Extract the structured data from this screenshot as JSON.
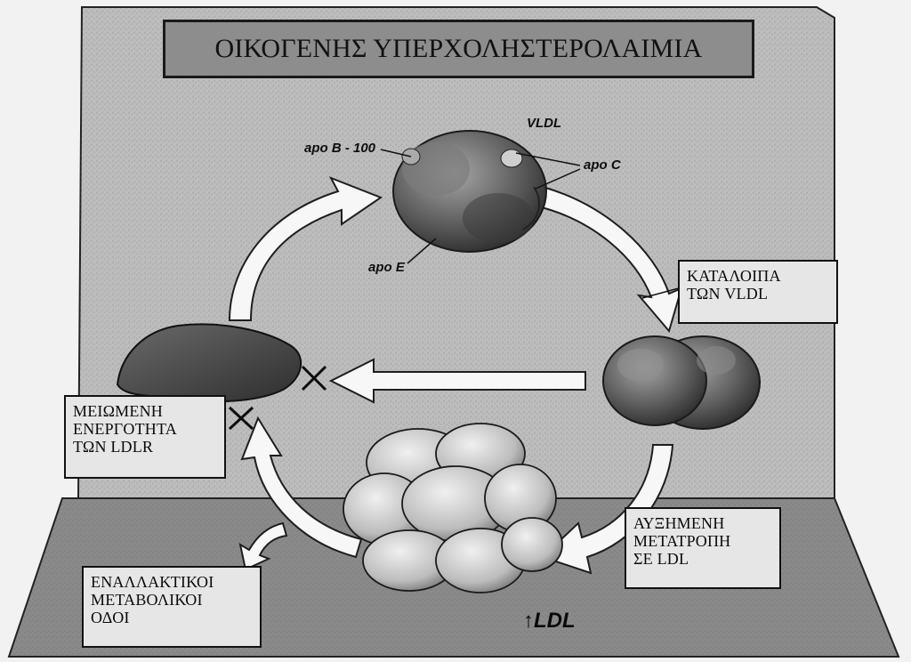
{
  "title": "ΟΙΚΟΓΕΝΗΣ ΥΠΕΡΧΟΛΗΣΤΕΡΟΛΑΙΜΙΑ",
  "particle_labels": {
    "vldl": "VLDL",
    "apo_b100": "apo B - 100",
    "apo_c": "apo C",
    "apo_e": "apo E"
  },
  "boxes": {
    "vldl_remnants": [
      "ΚΑΤΑΛΟΙΠΑ",
      "ΤΩΝ VLDL"
    ],
    "reduced_ldlr": [
      "ΜΕΙΩΜΕΝΗ",
      "ΕΝΕΡΓΟΤΗΤΑ",
      "ΤΩΝ LDLR"
    ],
    "increased_conversion": [
      "ΑΥΞΗΜΕΝΗ",
      "ΜΕΤΑΤΡΟΠΗ",
      "ΣΕ LDL"
    ],
    "alternative_pathways": [
      "ΕΝΑΛΛΑΚΤΙΚΟΙ",
      "ΜΕΤΑΒΟΛΙΚΟΙ",
      "ΟΔΟΙ"
    ]
  },
  "ldl_indicator": {
    "arrow": "↑",
    "label": "LDL"
  },
  "colors": {
    "panel": "#bdbdbd",
    "floor": "#8a8a8a",
    "title_bg": "#8d8d8d",
    "box_bg": "#e6e6e6",
    "arrow_fill": "#f7f7f7",
    "particle": "#6e6e6e",
    "ldl_particle": "#d2d2d2",
    "liver": "#4a4a4a"
  }
}
